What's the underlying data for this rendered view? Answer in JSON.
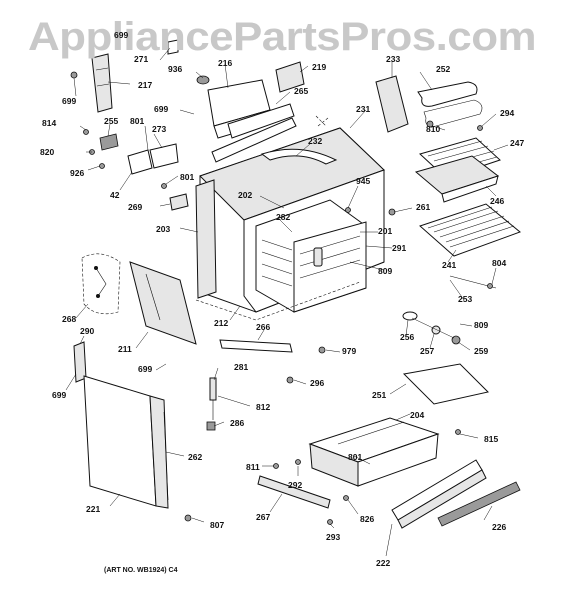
{
  "watermark": "AppliancePartsPros.com",
  "art_number": "(ART NO. WB1924) C4",
  "callouts": {
    "c699a": "699",
    "c271": "271",
    "c217": "217",
    "c699b": "699",
    "c936": "936",
    "c216": "216",
    "c219": "219",
    "c233": "233",
    "c252": "252",
    "c294": "294",
    "c265": "265",
    "c699c": "699",
    "c231": "231",
    "c810": "810",
    "c814": "814",
    "c255": "255",
    "c801a": "801",
    "c273": "273",
    "c247": "247",
    "c820": "820",
    "c232": "232",
    "c926": "926",
    "c42": "42",
    "c801b": "801",
    "c945": "945",
    "c202": "202",
    "c261": "261",
    "c246": "246",
    "c269": "269",
    "c282": "282",
    "c201": "201",
    "c203": "203",
    "c291": "291",
    "c804": "804",
    "c809a": "809",
    "c241": "241",
    "c268": "268",
    "c253": "253",
    "c212": "212",
    "c266": "266",
    "c809b": "809",
    "c290": "290",
    "c256": "256",
    "c211": "211",
    "c257": "257",
    "c259": "259",
    "c979": "979",
    "c699d": "699",
    "c281": "281",
    "c699e": "699",
    "c296": "296",
    "c251": "251",
    "c812": "812",
    "c204": "204",
    "c286": "286",
    "c815": "815",
    "c262": "262",
    "c801c": "801",
    "c811": "811",
    "c292": "292",
    "c221": "221",
    "c267": "267",
    "c826": "826",
    "c226": "226",
    "c807": "807",
    "c293": "293",
    "c222": "222"
  },
  "icons": {
    "brand_mark": "appliance-parts-watermark"
  }
}
